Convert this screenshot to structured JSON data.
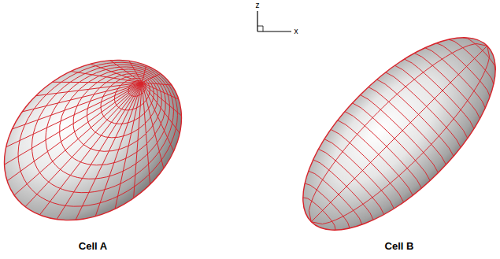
{
  "diagram": {
    "labels": [
      "z",
      "x",
      "Cell A",
      "Cell B"
    ]
  }
}
